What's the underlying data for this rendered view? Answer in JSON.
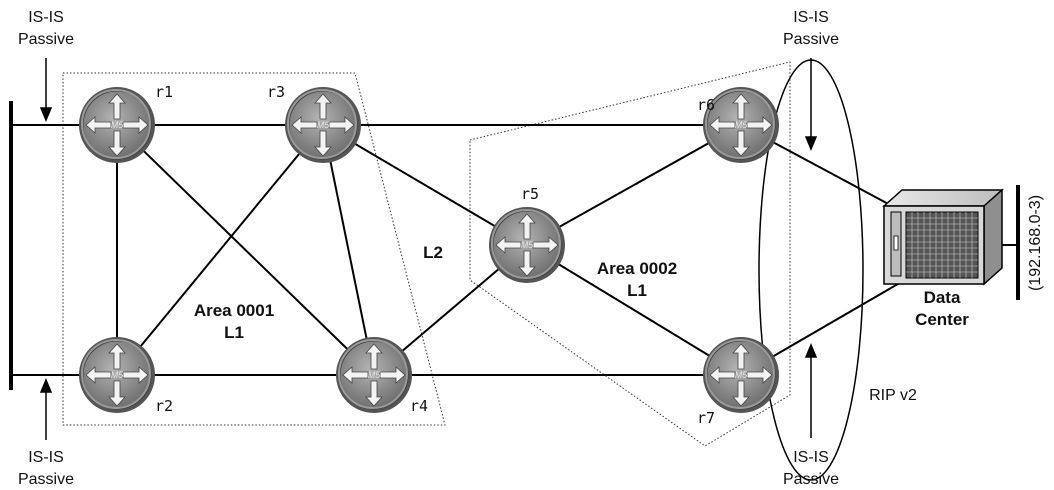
{
  "labels": {
    "passive_top_left": [
      "IS-IS",
      "Passive"
    ],
    "passive_bottom_left": [
      "IS-IS",
      "Passive"
    ],
    "passive_top_right": [
      "IS-IS",
      "Passive"
    ],
    "passive_bottom_right": [
      "IS-IS",
      "Passive"
    ],
    "area1": [
      "Area 0001",
      "L1"
    ],
    "area2": [
      "Area 0002",
      "L1"
    ],
    "l2": "L2",
    "rip": "RIP v2",
    "data_center": [
      "Data",
      "Center"
    ],
    "subnet": "(192.168.0-3)"
  },
  "routers": [
    {
      "id": "r1",
      "label": "r1",
      "model": "M5"
    },
    {
      "id": "r2",
      "label": "r2",
      "model": "M5"
    },
    {
      "id": "r3",
      "label": "r3",
      "model": "M5"
    },
    {
      "id": "r4",
      "label": "r4",
      "model": "M5"
    },
    {
      "id": "r5",
      "label": "r5",
      "model": "M5"
    },
    {
      "id": "r6",
      "label": "r6",
      "model": "M5"
    },
    {
      "id": "r7",
      "label": "r7",
      "model": "M5"
    }
  ],
  "links": [
    [
      "r1",
      "r3"
    ],
    [
      "r1",
      "r2"
    ],
    [
      "r1",
      "r4"
    ],
    [
      "r2",
      "r3"
    ],
    [
      "r2",
      "r4"
    ],
    [
      "r3",
      "r4"
    ],
    [
      "r3",
      "r5"
    ],
    [
      "r4",
      "r5"
    ],
    [
      "r3",
      "r6"
    ],
    [
      "r4",
      "r7"
    ],
    [
      "r5",
      "r6"
    ],
    [
      "r5",
      "r7"
    ],
    [
      "r6",
      "dc"
    ],
    [
      "r7",
      "dc"
    ]
  ]
}
